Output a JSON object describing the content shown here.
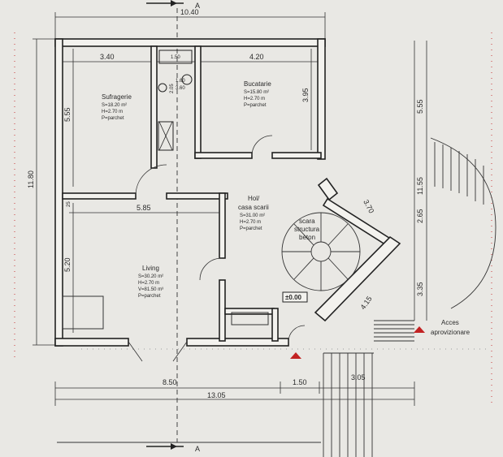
{
  "section_marker": "A",
  "dimensions": {
    "top_total": "10.40",
    "suf_width": "3.40",
    "bath_width": "1.50",
    "buc_width": "4.20",
    "left_total": "11.80",
    "suf_height": "5.55",
    "left_gap": "25",
    "living_height": "5.20",
    "living_width": "5.85",
    "buc_height": "3.95",
    "stair_width": "3.70",
    "stair_diag": "4.15",
    "right_555": "5.55",
    "right_1155": "11.55",
    "right_265": "2.65",
    "right_335": "3.35",
    "bottom_850": "8.50",
    "bottom_150": "1.50",
    "bottom_305": "3.05",
    "bottom_total": "13.05",
    "bath_a": "2.05",
    "bath_b": "1.60",
    "bath_c": "3.60"
  },
  "rooms": {
    "sufragerie": {
      "name": "Sufragerie",
      "s": "S=18.20 m²",
      "h": "H=2.70 m",
      "p": "P=parchet"
    },
    "bucatarie": {
      "name": "Bucatarie",
      "s": "S=15.80 m²",
      "h": "H=2.70 m",
      "p": "P=parchet"
    },
    "hol": {
      "name1": "Hol/",
      "name2": "casa scarii",
      "s": "S=31.00 m²",
      "h": "H=2.70 m",
      "p": "P=parchet"
    },
    "living": {
      "name": "Living",
      "s": "S=30.20 m²",
      "h": "H=2.70 m",
      "v": "V=81.50 m³",
      "p": "P=parchet"
    },
    "scara": {
      "l1": "scara",
      "l2": "structura",
      "l3": "beton"
    }
  },
  "level_mark": "±0.00",
  "access": {
    "l1": "Acces",
    "l2": "aprovizionare"
  },
  "colors": {
    "marker": "#c22222",
    "wall": "#222222",
    "paper": "#e9e8e4"
  }
}
